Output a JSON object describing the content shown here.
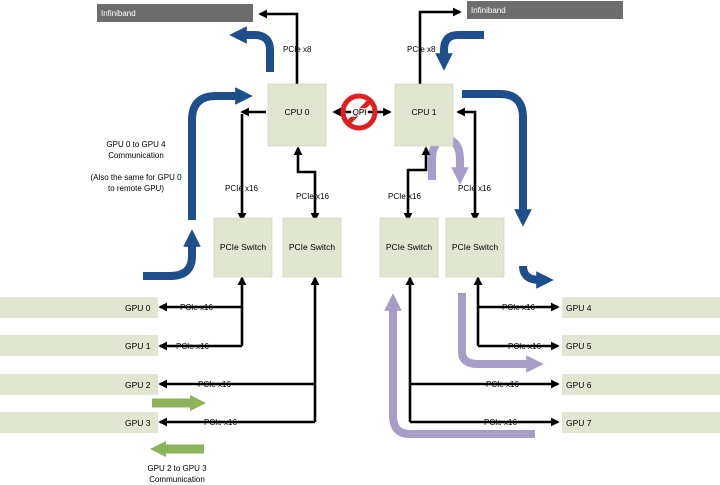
{
  "infiniband": {
    "left": "Infiniband",
    "right": "Infiniband"
  },
  "cpus": {
    "cpu0": "CPU 0",
    "cpu1": "CPU 1"
  },
  "qpi": "QPI",
  "switches": {
    "s0": "PCIe Switch",
    "s1": "PCIe Switch",
    "s2": "PCIe Switch",
    "s3": "PCIe Switch"
  },
  "gpus": [
    "GPU 0",
    "GPU 1",
    "GPU 2",
    "GPU 3",
    "GPU 4",
    "GPU 5",
    "GPU 6",
    "GPU 7"
  ],
  "links": {
    "ib_left": "PCIe x8",
    "ib_right": "PCIe x8",
    "cpu0_s0": "PCIe x16",
    "cpu0_s1": "PCIe x16",
    "cpu1_s2": "PCIe x16",
    "cpu1_s3": "PCIe x16",
    "gpu0": "PCIe x16",
    "gpu1": "PCIe x16",
    "gpu2": "PCIe x16",
    "gpu3": "PCIe x16",
    "gpu4": "PCIe x16",
    "gpu5": "PCIe x16",
    "gpu6": "PCIe x16",
    "gpu7": "PCIe x16"
  },
  "annotations": {
    "gpu0_gpu4": [
      "GPU 0 to GPU 4",
      "Communication",
      "",
      "(Also the same for GPU 0",
      "to remote GPU)"
    ],
    "gpu2_gpu3": [
      "GPU 2 to GPU 3",
      "Communication"
    ]
  },
  "colors": {
    "box_fill": "#e1e6d3",
    "infiniband_fill": "#6d6d6d",
    "blue_flow": "#1f4e8c",
    "purple_flow": "#a89cc8",
    "green_flow": "#8db35a",
    "no_qpi_red": "#e02020"
  }
}
